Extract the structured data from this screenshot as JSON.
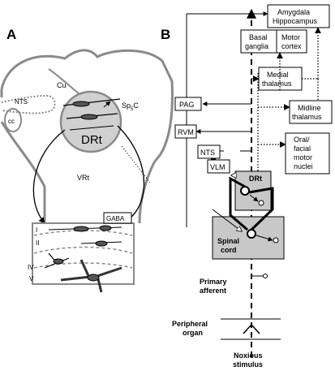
{
  "panel_a": {
    "letter": "A",
    "labels": {
      "cu": "Cu",
      "nts": "NTS",
      "cc": "cc",
      "drt": "DRt",
      "sp5c_main": "Sp",
      "sp5c_sub": "5",
      "sp5c_end": "C",
      "vrt": "VRt",
      "gaba": "GABA",
      "lamina_i": "I",
      "lamina_ii": "II",
      "lamina_iv": "IV",
      "lamina_v": "V"
    }
  },
  "panel_b": {
    "letter": "B",
    "boxes": {
      "amygdala_1": "Amygdala",
      "amygdala_2": "Hippocampus",
      "basal_1": "Basal",
      "basal_2": "ganglia",
      "motor_1": "Motor",
      "motor_2": "cortex",
      "medial_1": "Medial",
      "medial_2": "thalamus",
      "midline_1": "Midline",
      "midline_2": "thalamus",
      "pag": "PAG",
      "rvm": "RVM",
      "nts": "NTS",
      "vlm": "VLM",
      "oral_1": "Oral/",
      "oral_2": "facial",
      "oral_3": "motor",
      "oral_4": "nuclei",
      "drt": "DRt",
      "spinal_1": "Spinal",
      "spinal_2": "cord"
    },
    "labels": {
      "primary_1": "Primary",
      "primary_2": "afferent",
      "peripheral_1": "Peripheral",
      "peripheral_2": "organ",
      "noxious_1": "Noxious",
      "noxious_2": "stimulus"
    }
  },
  "colors": {
    "gray_fill": "#c8c8c8",
    "outline_gray": "#8a8a8a",
    "ink": "#000000"
  }
}
